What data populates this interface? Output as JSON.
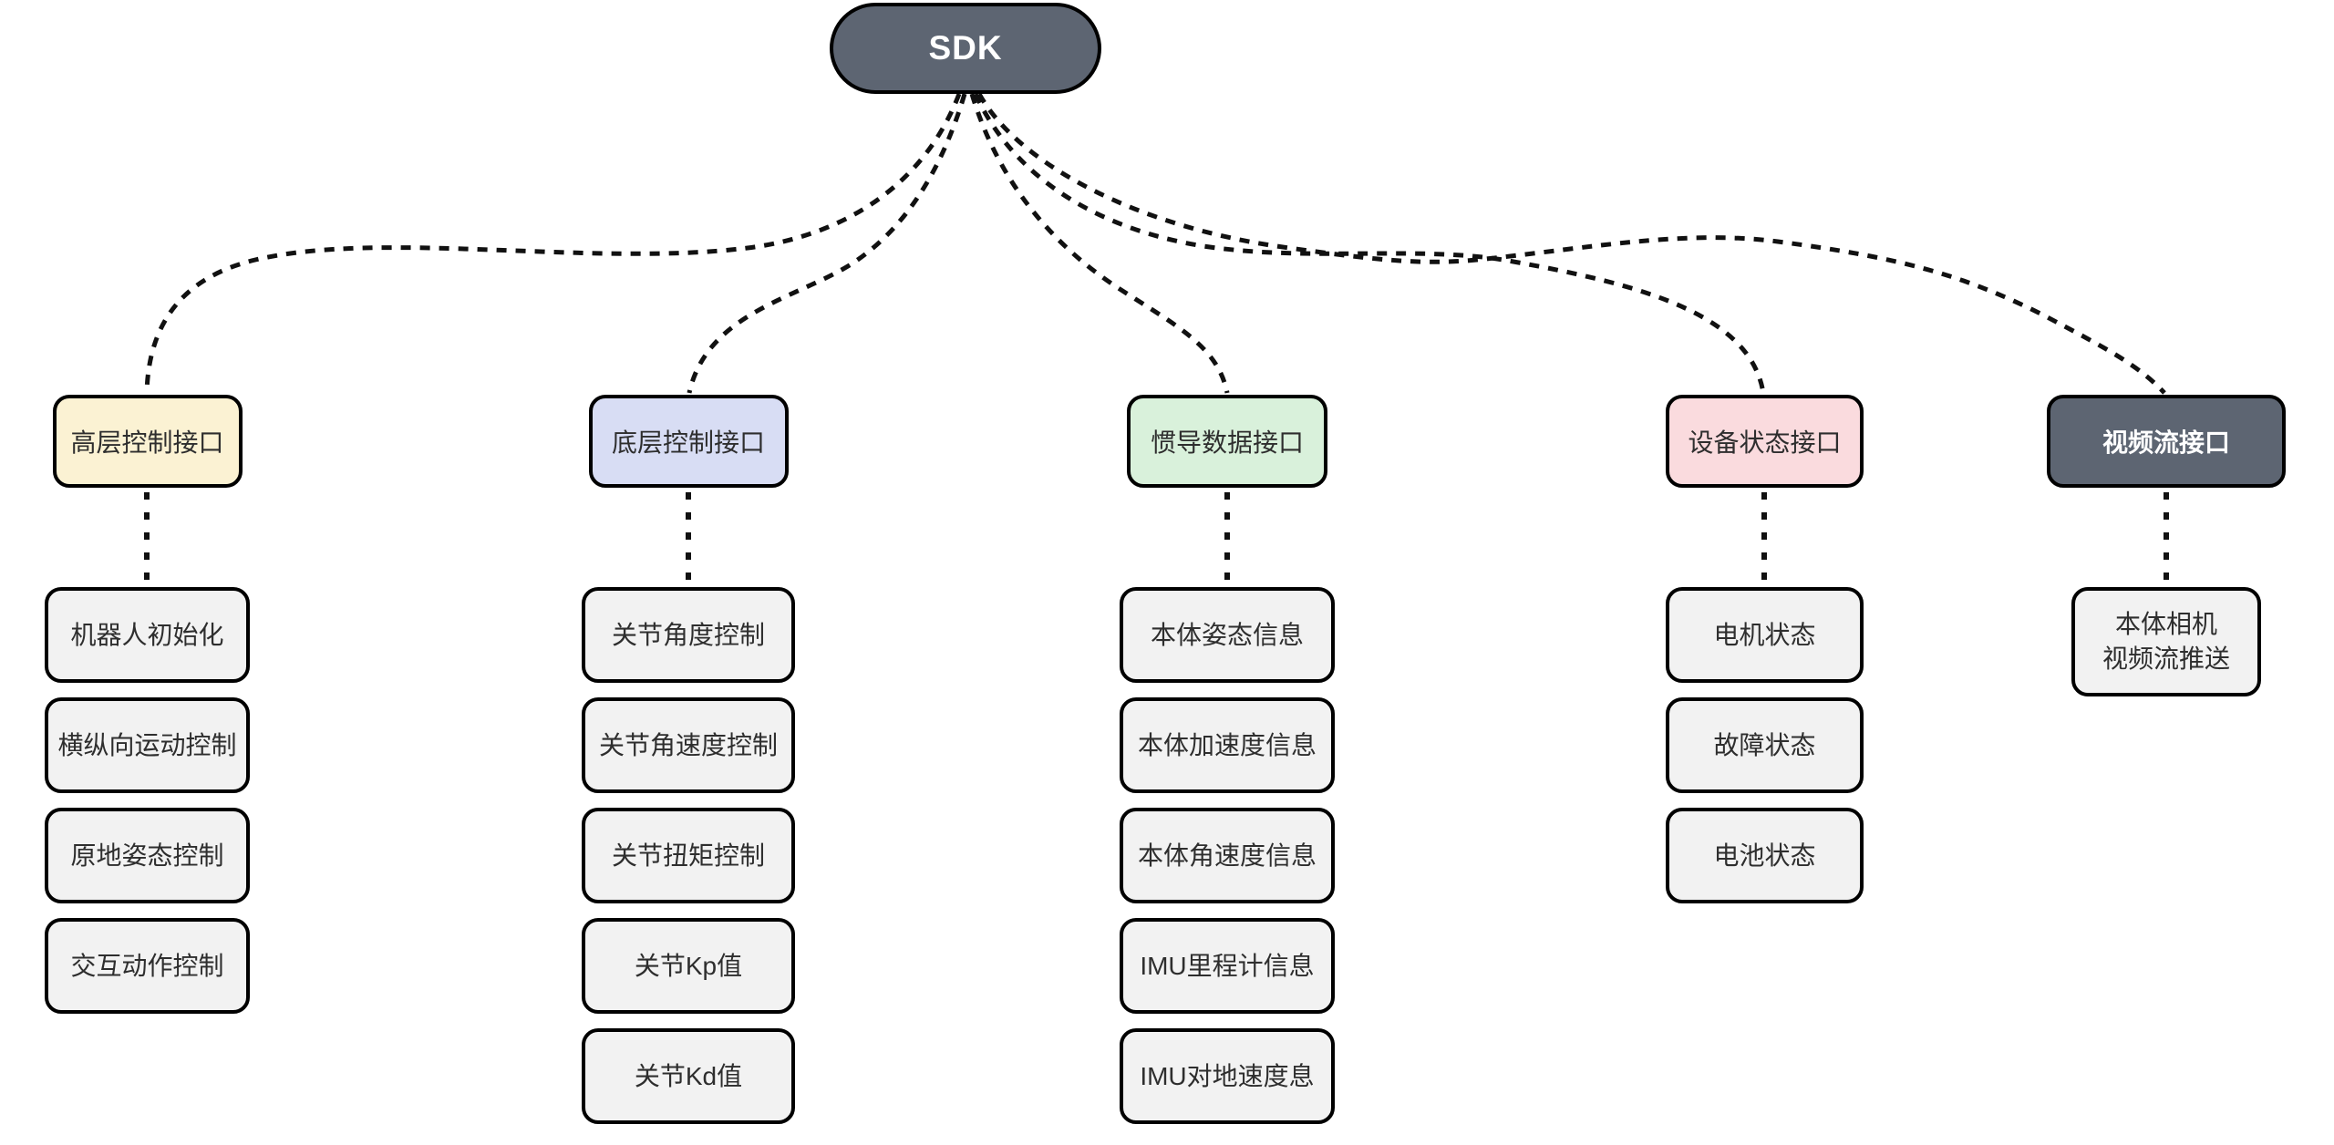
{
  "root": {
    "label": "SDK"
  },
  "columns": [
    {
      "label": "高层控制接口",
      "color": "#fbf2d3",
      "children": [
        "机器人初始化",
        "横纵向运动控制",
        "原地姿态控制",
        "交互动作控制"
      ]
    },
    {
      "label": "底层控制接口",
      "color": "#d8ddf4",
      "children": [
        "关节角度控制",
        "关节角速度控制",
        "关节扭矩控制",
        "关节Kp值",
        "关节Kd值"
      ]
    },
    {
      "label": "惯导数据接口",
      "color": "#d9f1db",
      "children": [
        "本体姿态信息",
        "本体加速度信息",
        "本体角速度信息",
        "IMU里程计信息",
        "IMU对地速度息"
      ]
    },
    {
      "label": "设备状态接口",
      "color": "#fadbde",
      "children": [
        "电机状态",
        "故障状态",
        "电池状态"
      ]
    },
    {
      "label": "视频流接口",
      "color": "#5d6572",
      "children": [
        "本体相机\n视频流推送"
      ]
    }
  ],
  "palette": {
    "root_background": "#5d6572",
    "root_text": "#ffffff",
    "leaf_background": "#f2f2f2",
    "connector_color": "#111111",
    "border_color": "#000000"
  }
}
